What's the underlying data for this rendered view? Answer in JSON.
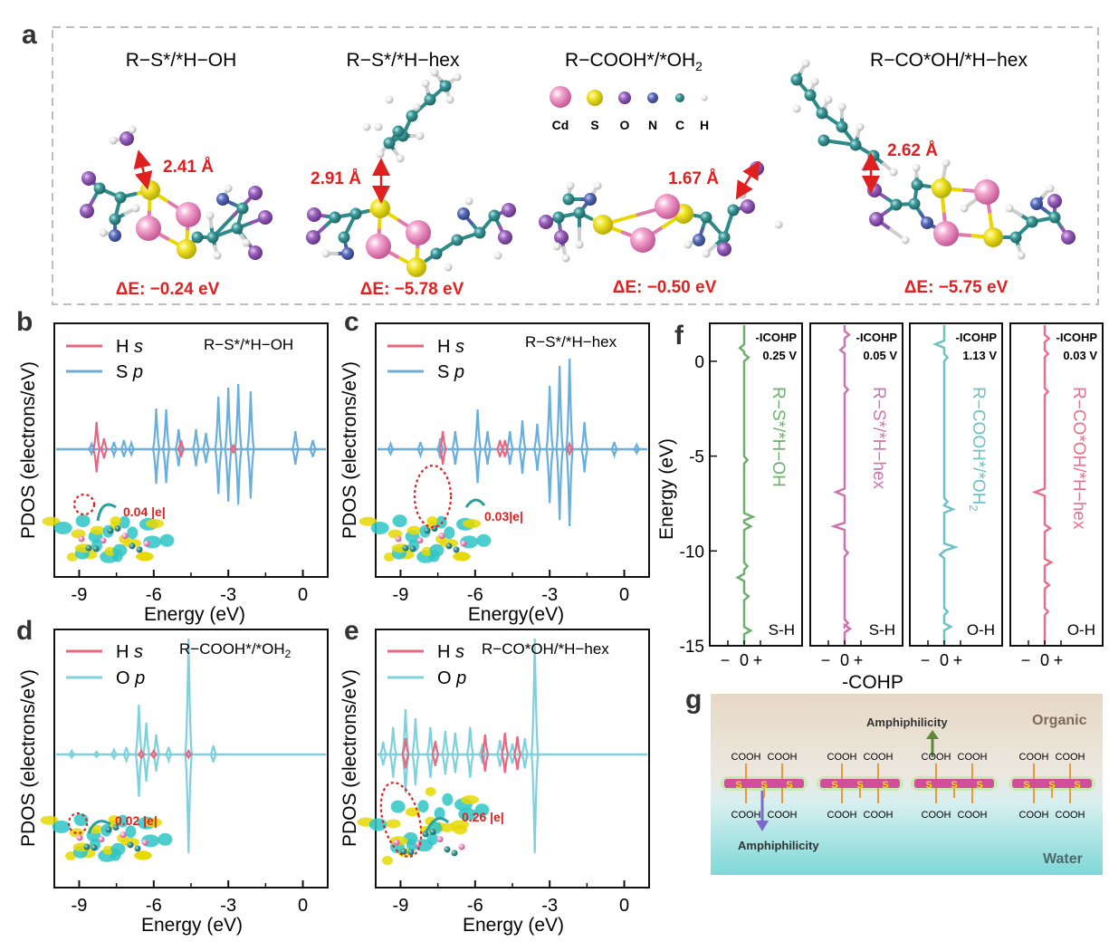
{
  "panels": {
    "a": {
      "letter": "a",
      "structures": [
        {
          "title": "R−S*/*H−OH",
          "distance": "2.41 Å",
          "delta_e": "ΔE: −0.24 eV"
        },
        {
          "title": "R−S*/*H−hex",
          "distance": "2.91 Å",
          "delta_e": "ΔE: −5.78 eV"
        },
        {
          "title": "R−COOH*/*OH",
          "title_sub": "2",
          "distance": "1.67 Å",
          "delta_e": "ΔE: −0.50 eV"
        },
        {
          "title": "R−CO*OH/*H−hex",
          "distance": "2.62 Å",
          "delta_e": "ΔE: −5.75 eV"
        }
      ],
      "legend": [
        {
          "label": "Cd",
          "color": "#e07bb0"
        },
        {
          "label": "S",
          "color": "#e6d800"
        },
        {
          "label": "O",
          "color": "#8e55b0"
        },
        {
          "label": "N",
          "color": "#4d5ea8"
        },
        {
          "label": "C",
          "color": "#2e8a8a"
        },
        {
          "label": "H",
          "color": "#e8e8e8"
        }
      ]
    },
    "pdos_common": {
      "ylabel": "PDOS (electrons/eV)",
      "xlabel": "Energy (eV)",
      "xlabel_c": "Energy(eV)",
      "xticks": [
        "-9",
        "-6",
        "-3",
        "0"
      ]
    },
    "b": {
      "letter": "b",
      "title": "R−S*/*H−OH",
      "leg1": "H",
      "leg1i": "s",
      "leg2": "S",
      "leg2i": "p",
      "charge": "0.04 |e|",
      "colors": {
        "h": "#e8667f",
        "p": "#6aaedb"
      }
    },
    "c": {
      "letter": "c",
      "title": "R−S*/*H−hex",
      "leg1": "H",
      "leg1i": "s",
      "leg2": "S",
      "leg2i": "p",
      "charge": "0.03|e|",
      "colors": {
        "h": "#e8667f",
        "p": "#6aaedb"
      }
    },
    "d": {
      "letter": "d",
      "title": "R−COOH*/*OH",
      "title_sub": "2",
      "leg1": "H",
      "leg1i": "s",
      "leg2": "O",
      "leg2i": "p",
      "charge": "0.02 |e|",
      "colors": {
        "h": "#e8667f",
        "p": "#7dd0dc"
      }
    },
    "e": {
      "letter": "e",
      "title": "R−CO*OH/*H−hex",
      "leg1": "H",
      "leg1i": "s",
      "leg2": "O",
      "leg2i": "p",
      "charge": "0.26 |e|",
      "colors": {
        "h": "#e8667f",
        "p": "#7dd0dc"
      }
    },
    "f": {
      "letter": "f",
      "ylabel": "Energy (eV)",
      "xlabel": "-COHP",
      "yticks": [
        "0",
        "-5",
        "-10",
        "-15"
      ],
      "xticks": [
        "−",
        "0",
        "+"
      ],
      "subpanels": [
        {
          "icohp_label": "-ICOHP",
          "icohp_value": "0.25 V",
          "name": "R−S*/*H−OH",
          "bond": "S-H",
          "color": "#6db06d"
        },
        {
          "icohp_label": "-ICOHP",
          "icohp_value": "0.05 V",
          "name": "R−S*/*H−hex",
          "bond": "S-H",
          "color": "#cc73b0"
        },
        {
          "icohp_label": "-ICOHP",
          "icohp_value": "1.13 V",
          "name": "R−COOH*/*OH",
          "name_sub": "2",
          "bond": "O-H",
          "color": "#6cc2c6"
        },
        {
          "icohp_label": "-ICOHP",
          "icohp_value": "0.03 V",
          "name": "R−CO*OH/*H−hex",
          "bond": "O-H",
          "color": "#e8728c"
        }
      ]
    },
    "g": {
      "letter": "g",
      "organic": "Organic",
      "water": "Water",
      "amph_top": "Amphiphilicity",
      "amph_bottom": "Amphiphilicity",
      "cooh": "COOH",
      "s": "S"
    }
  }
}
